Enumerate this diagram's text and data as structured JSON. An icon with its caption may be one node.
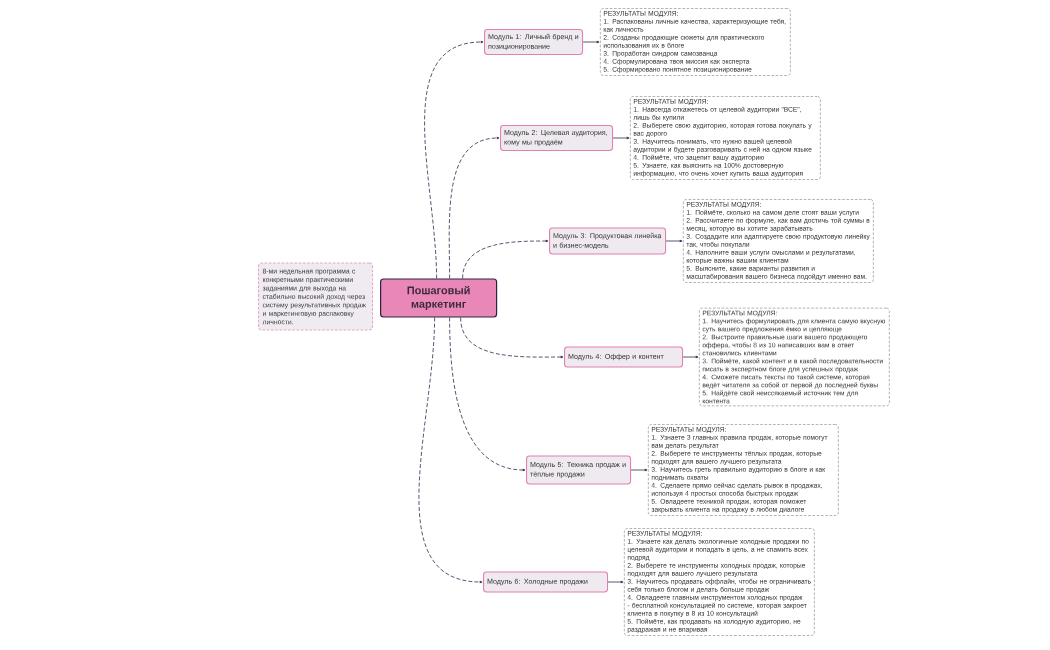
{
  "diagram": {
    "nodes": [
      {
        "text": [
          "Пошаговый маркетинг"
        ]
      },
      {
        "text": [
          "8-ми недельная программа с конкретными практическими заданиями для выхода на стабильно высокий доход через систему результативных продаж и маркетинговую распаковку личности."
        ]
      },
      {
        "text": [
          "Модуль 1: Личный бренд и позиционирование"
        ]
      },
      {
        "text": [
          "РЕЗУЛЬТАТЫ МОДУЛЯ:",
          "1. Распакованы личные качества, характеризующие тебя, как личность",
          "2. Созданы продающие сюжеты для практического использования их в блоге",
          "3. Проработан синдром самозванца",
          "4. Сформулирована твоя миссия как эксперта",
          "5. Сформировано понятное позиционирование"
        ]
      },
      {
        "text": [
          "Модуль 2: Целевая аудитория, кому мы продаём"
        ]
      },
      {
        "text": [
          "РЕЗУЛЬТАТЫ МОДУЛЯ:",
          "1. Навсегда откажетесь от целевой аудитории \"ВСЕ\", лишь бы купили",
          "2. Выберете свою аудиторию, которая готова покупать у вас дорого",
          "3. Научитесь понимать, что нужно вашей целевой аудитории и будете разговаривать с ней на одном языке",
          "4. Поймёте, что зацепит вашу аудиторию",
          "5. Узнаете, как выяснить на 100% достоверную информацию, что очень хочет купить ваша аудитория"
        ]
      },
      {
        "text": [
          "Модуль 3: Продуктовая линейка и бизнес-модель"
        ]
      },
      {
        "text": [
          "РЕЗУЛЬТАТЫ МОДУЛЯ:",
          "1. Поймёте, сколько на самом деле стоят ваши услуги",
          "2. Рассчитаете по формуле, как вам достичь той суммы в месяц, которую вы хотите зарабатывать",
          "3. Создадите или адаптируете свою продуктовую линейку так, чтобы покупали",
          "4. Наполните ваши услуги смыслами и результатами, которые важны вашим клиентам",
          "5. Выясните, какие варианты развития и масштабирования вашего бизнеса подойдут именно вам."
        ]
      },
      {
        "text": [
          "Модуль 4: Оффер и контент"
        ]
      },
      {
        "text": [
          "РЕЗУЛЬТАТЫ МОДУЛЯ:",
          "1. Научитесь формулировать для клиента самую вкусную суть вашего предложения ёмко и цепляюще",
          "2. Выстроите правильные шаги вашего продающего оффера, чтобы 8 из 10 написавших вам в ответ становились клиентами",
          "3. Поймёте, какой контент и в какой последовательности писать в экспертном блоге для успешных продаж",
          "4. Сможете писать тексты по такой системе, которая ведёт читателя за собой от первой до последней буквы",
          "5. Найдёте свой неиссякаемый источник тем для контента"
        ]
      },
      {
        "text": [
          "Модуль 5: Техника продаж и тёплые продажи"
        ]
      },
      {
        "text": [
          "РЕЗУЛЬТАТЫ МОДУЛЯ:",
          "1. Узнаете 3 главных правила продаж, которые помогут вам делать результат",
          "2. Выберете те инструменты тёплых продаж, которые подходят для вашего лучшего результата",
          "3. Научитесь греть правильно аудиторию в блоге и как поднимать охваты",
          "4. Сделаете прямо сейчас сделать рывок в продажах, используя 4 простых способа быстрых продаж",
          "5. Овладеете техникой продаж, которая поможет закрывать клиента на продажу в любом диалоге"
        ]
      },
      {
        "text": [
          "Модуль 6: Холодные продажи"
        ]
      },
      {
        "text": [
          "РЕЗУЛЬТАТЫ МОДУЛЯ:",
          "1. Узнаете как делать экологичные холодные продажи по целевой аудитории и попадать в цель, а не спамить всех подряд",
          "2. Выберете те инструменты холодных продаж, которые подходят для вашего лучшего результата",
          "3. Научитесь продавать оффлайн, чтобы не ограничивать себя только блогом и делать больше продаж",
          "4. Овладеете главным инструментом холодных продаж - бесплатной консультацией по системе, которая закроет клиента в покупку в 8 из 10 консультаций",
          "5. Поймёте, как продавать на холодную аудиторию, не раздражая и не впаривая"
        ]
      }
    ],
    "edges": [
      {
        "from": 0,
        "to": 2,
        "arrow": "to",
        "style": "dashed"
      },
      {
        "from": 0,
        "to": 4,
        "arrow": "to",
        "style": "dashed"
      },
      {
        "from": 0,
        "to": 6,
        "arrow": "to",
        "style": "dashed"
      },
      {
        "from": 0,
        "to": 8,
        "arrow": "to",
        "style": "dashed"
      },
      {
        "from": 0,
        "to": 10,
        "arrow": "to",
        "style": "dashed"
      },
      {
        "from": 0,
        "to": 12,
        "arrow": "to",
        "style": "dashed"
      },
      {
        "from": 2,
        "to": 3,
        "arrow": "to"
      },
      {
        "from": 4,
        "to": 5,
        "arrow": "to"
      },
      {
        "from": 6,
        "to": 7,
        "arrow": "to"
      },
      {
        "from": 8,
        "to": 9,
        "arrow": "to"
      },
      {
        "from": 10,
        "to": 11,
        "arrow": "to"
      },
      {
        "from": 12,
        "to": 13,
        "arrow": "to"
      }
    ]
  }
}
